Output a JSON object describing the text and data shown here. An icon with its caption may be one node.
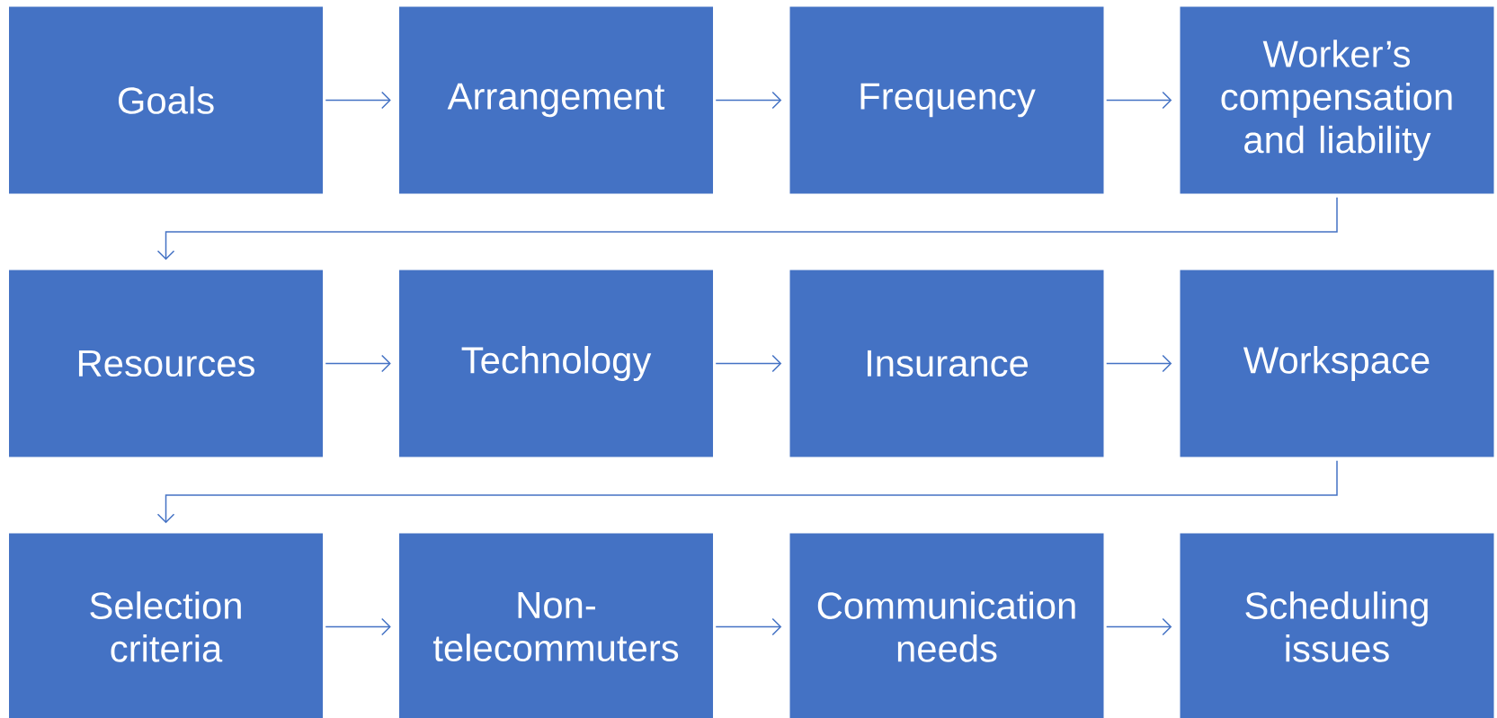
{
  "diagram": {
    "nodes": [
      {
        "text": [
          "Goals"
        ]
      },
      {
        "text": [
          "Arrangement"
        ]
      },
      {
        "text": [
          "Frequency"
        ]
      },
      {
        "text": [
          "Worker’s compensation and liability"
        ]
      },
      {
        "text": [
          "Resources"
        ]
      },
      {
        "text": [
          "Technology"
        ]
      },
      {
        "text": [
          "Insurance"
        ]
      },
      {
        "text": [
          "Workspace"
        ]
      },
      {
        "text": [
          "Selection criteria"
        ]
      },
      {
        "text": [
          "Non-telecommuters"
        ]
      },
      {
        "text": [
          "Communication needs"
        ]
      },
      {
        "text": [
          "Scheduling issues"
        ]
      }
    ],
    "edges": [
      {
        "from": 0,
        "to": 1,
        "arrow": "to"
      },
      {
        "from": 1,
        "to": 2,
        "arrow": "to"
      },
      {
        "from": 2,
        "to": 3,
        "arrow": "to"
      },
      {
        "from": 3,
        "to": 4,
        "arrow": "to"
      },
      {
        "from": 4,
        "to": 5,
        "arrow": "to"
      },
      {
        "from": 5,
        "to": 6,
        "arrow": "to"
      },
      {
        "from": 6,
        "to": 7,
        "arrow": "to"
      },
      {
        "from": 7,
        "to": 8,
        "arrow": "to"
      },
      {
        "from": 8,
        "to": 9,
        "arrow": "to"
      },
      {
        "from": 9,
        "to": 10,
        "arrow": "to"
      },
      {
        "from": 10,
        "to": 11,
        "arrow": "to"
      }
    ]
  }
}
